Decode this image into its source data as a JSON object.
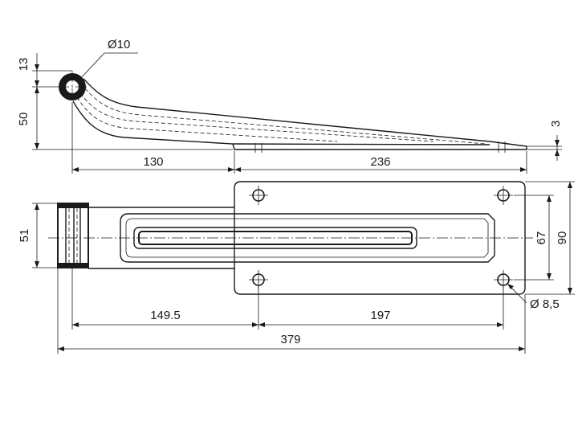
{
  "dimensions": {
    "side_view": {
      "eye_diameter": "Ø10",
      "eye_offset": "13",
      "height": "50",
      "length_left": "130",
      "length_right": "236",
      "plate_thickness": "3"
    },
    "plan_view": {
      "width_left": "51",
      "hole_to_start": "149.5",
      "hole_spacing": "197",
      "overall_length": "379",
      "hole_center_distance": "67",
      "plate_width": "90",
      "hole_diameter": "Ø 8,5"
    }
  }
}
